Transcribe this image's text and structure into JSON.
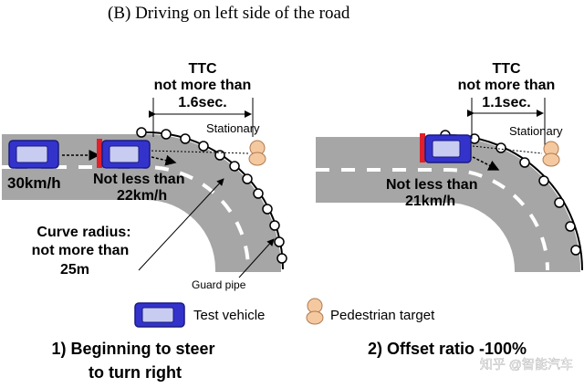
{
  "header": {
    "title": "(B)  Driving on left side of the road"
  },
  "panel1": {
    "ttc_line1": "TTC",
    "ttc_line2": "not more than",
    "ttc_value": "1.6sec.",
    "stationary_label": "Stationary",
    "speed_label": "30km/h",
    "min_speed_line1": "Not less than",
    "min_speed_line2": "22km/h",
    "radius_line1": "Curve radius:",
    "radius_line2": "not more than",
    "radius_line3": "25m",
    "guard_label": "Guard pipe",
    "caption_line1": "1) Beginning to steer",
    "caption_line2": "to turn right"
  },
  "panel2": {
    "ttc_line1": "TTC",
    "ttc_line2": "not more than",
    "ttc_value": "1.1sec.",
    "stationary_label": "Stationary",
    "min_speed_line1": "Not less than",
    "min_speed_line2": "21km/h",
    "caption": "2) Offset ratio -100%"
  },
  "legend": {
    "vehicle_label": "Test vehicle",
    "pedestrian_label": "Pedestrian target"
  },
  "watermark": "知乎 @智能汽车",
  "colors": {
    "road": "#a6a6a6",
    "vehicle_body": "#3333cc",
    "vehicle_window": "#c8ccf0",
    "bumper": "#e0202a",
    "pedestrian": "#f5c9a0",
    "text": "#000000"
  }
}
